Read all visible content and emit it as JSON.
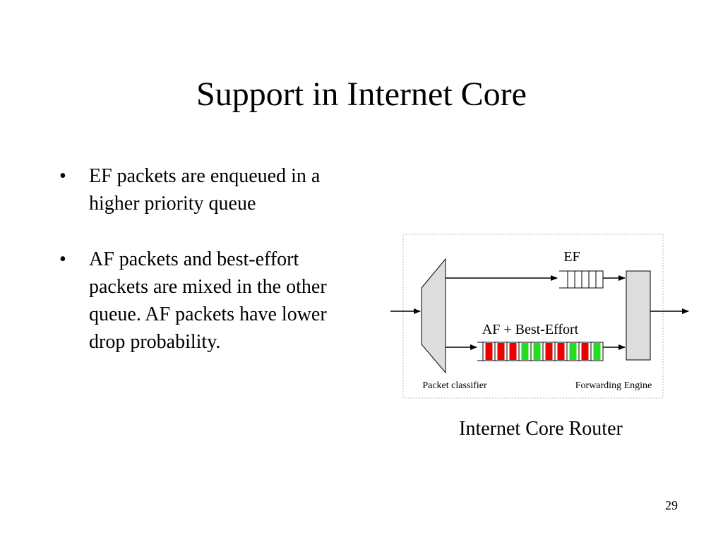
{
  "slide": {
    "title": "Support in Internet Core",
    "bullet_symbol": "•",
    "bullets": [
      "EF packets are enqueued in a higher priority queue",
      "AF packets and best-effort packets are mixed in the other queue. AF packets have lower drop probability."
    ],
    "page_number": "29"
  },
  "diagram": {
    "ef_queue_label": "EF",
    "af_queue_label": "AF + Best-Effort",
    "classifier_label": "Packet classifier",
    "engine_label": "Forwarding Engine",
    "caption": "Internet Core Router",
    "ef_cells": 5,
    "af_cell_colors": [
      "#ee0000",
      "#ee0000",
      "#ee0000",
      "#22dd22",
      "#22dd22",
      "#ee0000",
      "#ee0000",
      "#22dd22",
      "#ee0000",
      "#22dd22"
    ],
    "colors": {
      "af_red": "#ee0000",
      "be_green": "#22dd22",
      "block_fill": "#dddddd"
    }
  }
}
